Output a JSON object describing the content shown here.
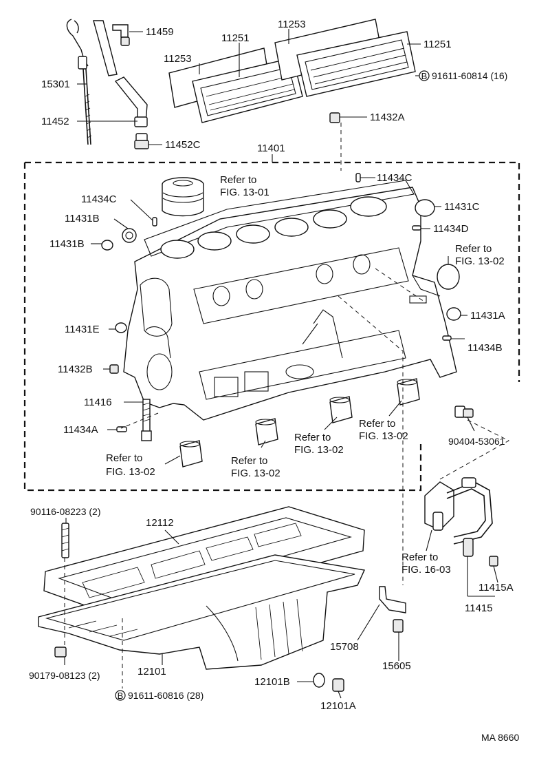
{
  "labels": {
    "p11459": "11459",
    "p11253_top": "11253",
    "p11251_left": "11251",
    "p11253_left": "11253",
    "p11251_right": "11251",
    "p15301": "15301",
    "p11452": "11452",
    "p11452c": "11452C",
    "p91611_60814": "91611-60814 (16)",
    "p11432a": "11432A",
    "p11401": "11401",
    "p11434c_right": "11434C",
    "p11434c_left": "11434C",
    "p11431b_1": "11431B",
    "p11431b_2": "11431B",
    "p11431c": "11431C",
    "p11434d": "11434D",
    "p11431a": "11431A",
    "p11434b": "11434B",
    "p11431e": "11431E",
    "p11432b": "11432B",
    "p11416": "11416",
    "p11434a": "11434A",
    "p90404_53061": "90404-53061",
    "p90116_08223": "90116-08223 (2)",
    "p12112": "12112",
    "p11415a": "11415A",
    "p11415": "11415",
    "p15708": "15708",
    "p15605": "15605",
    "p12101": "12101",
    "p90179_08123": "90179-08123 (2)",
    "p91611_60816": "91611-60816 (28)",
    "p12101b": "12101B",
    "p12101a": "12101A",
    "circle_b_1": "B",
    "circle_b_2": "B"
  },
  "refs": {
    "refer_to": "Refer to",
    "fig_13_01": "FIG. 13-01",
    "fig_13_02": "FIG. 13-02",
    "fig_16_03": "FIG. 16-03"
  },
  "catalog_code": "MA 8660"
}
